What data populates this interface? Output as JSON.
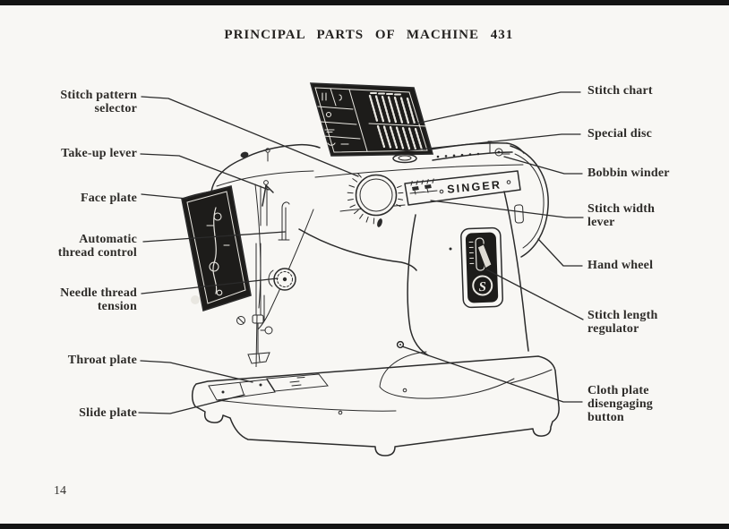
{
  "page": {
    "title": "PRINCIPAL PARTS OF MACHINE 431",
    "page_number": "14"
  },
  "colors": {
    "paper": "#f8f7f4",
    "ink": "#2b2b2b",
    "panel_dark": "#1d1c1a",
    "rule_black": "#141414"
  },
  "diagram": {
    "machine_brand": "SINGER",
    "emblem_letter": "S",
    "labels_left": [
      {
        "name": "stitch-pattern-selector",
        "lines": [
          "Stitch pattern",
          "selector"
        ]
      },
      {
        "name": "take-up-lever",
        "lines": [
          "Take-up lever"
        ]
      },
      {
        "name": "face-plate",
        "lines": [
          "Face plate"
        ]
      },
      {
        "name": "automatic-thread-control",
        "lines": [
          "Automatic",
          "thread control"
        ]
      },
      {
        "name": "needle-thread-tension",
        "lines": [
          "Needle thread",
          "tension"
        ]
      },
      {
        "name": "throat-plate",
        "lines": [
          "Throat plate"
        ]
      },
      {
        "name": "slide-plate",
        "lines": [
          "Slide plate"
        ]
      }
    ],
    "labels_right": [
      {
        "name": "stitch-chart",
        "lines": [
          "Stitch chart"
        ]
      },
      {
        "name": "special-disc",
        "lines": [
          "Special disc"
        ]
      },
      {
        "name": "bobbin-winder",
        "lines": [
          "Bobbin winder"
        ]
      },
      {
        "name": "stitch-width-lever",
        "lines": [
          "Stitch width",
          "lever"
        ]
      },
      {
        "name": "hand-wheel",
        "lines": [
          "Hand wheel"
        ]
      },
      {
        "name": "stitch-length-regulator",
        "lines": [
          "Stitch length",
          "regulator"
        ]
      },
      {
        "name": "cloth-plate-disengaging-button",
        "lines": [
          "Cloth plate",
          "disengaging",
          "button"
        ]
      }
    ]
  }
}
